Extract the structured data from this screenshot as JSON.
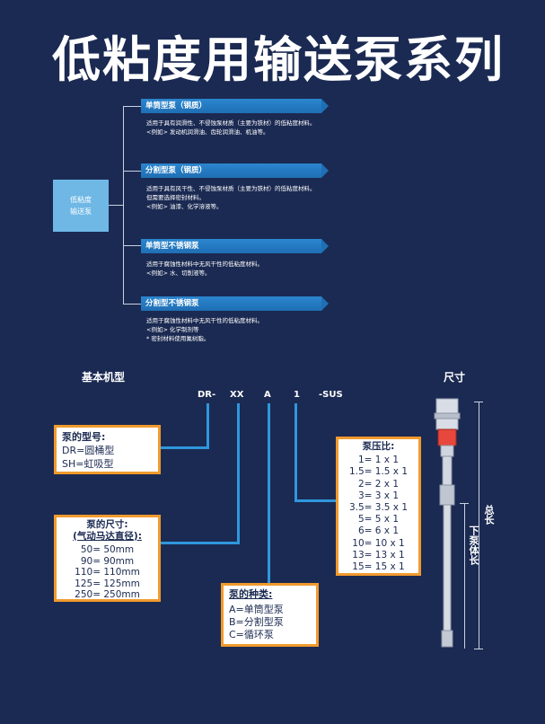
{
  "title": "低粘度用输送泵系列",
  "category": {
    "line1": "低粘度",
    "line2": "输送泵"
  },
  "types": [
    {
      "label": "单筒型泵（钢质）",
      "desc": [
        "适用于具有润滑性、不侵蚀泵材质（主要为铁材）的低粘度材料。",
        "<例如> 发动机润滑油、齿轮润滑油、机油等。"
      ]
    },
    {
      "label": "分割型泵（钢质）",
      "desc": [
        "适用于具有风干性、不侵蚀泵材质（主要为铁材）的低粘度材料。",
        "但需要选择密封材料。",
        "<例如> 油漆、化学溶液等。"
      ]
    },
    {
      "label": "单筒型不锈钢泵",
      "desc": [
        "适用于腐蚀性材料中无风干性的低粘度材料。",
        "<例如> 水、切削液等。"
      ]
    },
    {
      "label": "分割型不锈钢泵",
      "desc": [
        "适用于腐蚀性材料中无风干性的低粘度材料。",
        "<例如> 化学制剂等",
        "* 密封材料使用氟树脂。"
      ]
    }
  ],
  "basic_model": "基本机型",
  "size_label": "尺寸",
  "model_code": {
    "p1": "DR-",
    "p2": "XX",
    "p3": "A",
    "p4": "1",
    "p5": "-SUS"
  },
  "pump_model": {
    "title": "泵的型号:",
    "items": [
      "DR=圆桶型",
      "SH=虹吸型"
    ]
  },
  "pump_size": {
    "title": "泵的尺寸:",
    "subtitle": "(气动马达直径):",
    "items": [
      "50= 50mm",
      "90= 90mm",
      "110= 110mm",
      "125= 125mm",
      "250= 250mm"
    ]
  },
  "pump_kind": {
    "title": "泵的种类:",
    "items": [
      "A=单筒型泵",
      "B=分割型泵",
      "C=循环泵"
    ]
  },
  "pressure_ratio": {
    "title": "泵压比:",
    "items": [
      "1= 1 x 1",
      "1.5= 1.5 x 1",
      "2= 2 x 1",
      "3= 3 x 1",
      "3.5= 3.5 x 1",
      "5= 5 x 1",
      "6= 6 x 1",
      "10= 10 x 1",
      "13= 13 x 1",
      "15= 15 x 1"
    ]
  },
  "dimension_labels": {
    "total": "总长",
    "lower": "下泵体长"
  },
  "colors": {
    "background": "#1b2a52",
    "accent_blue": "#2f97dd",
    "box_border": "#f19a2d",
    "category_box": "#6fb8e6"
  }
}
